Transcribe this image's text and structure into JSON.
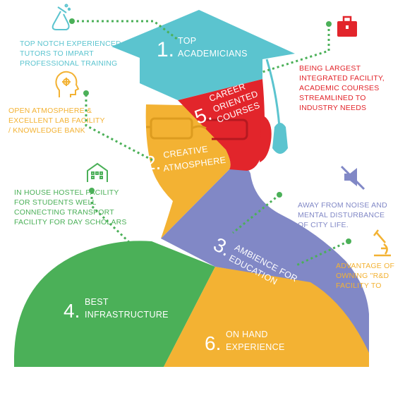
{
  "segments": {
    "s1": {
      "num": "1.",
      "l1": "TOP",
      "l2": "ACADEMICIANS"
    },
    "s2": {
      "num": "2.",
      "l1": "CREATIVE",
      "l2": "ATMOSPHERE"
    },
    "s3": {
      "num": "3.",
      "l1": "AMBIENCE FOR",
      "l2": "EDUCATION"
    },
    "s4": {
      "num": "4.",
      "l1": "BEST",
      "l2": "INFRASTRUCTURE"
    },
    "s5": {
      "num": "5.",
      "l1": "CAREER",
      "l2": "ORIENTED",
      "l3": "COURSES"
    },
    "s6": {
      "num": "6.",
      "l1": "ON HAND",
      "l2": "EXPERIENCE"
    }
  },
  "notes": {
    "academicians": "TOP NOTCH EXPERIENCED TUTORS TO IMPART PROFESSIONAL TRAINING",
    "atmosphere": "OPEN ATMOSPHERE & EXCELLENT LAB FACILITY / KNOWLEDGE BANK",
    "hostel": "IN HOUSE HOSTEL FACILITY FOR STUDENTS WELL CONNECTING TRANSPORT FACILITY FOR DAY SCHOLARS",
    "facility": "BEING LARGEST INTEGRATED FACILITY, ACADEMIC COURSES STREAMLINED TO INDUSTRY NEEDS",
    "noise": "AWAY FROM NOISE AND MENTAL DISTURBANCE OF CITY LIFE.",
    "rnd": "ADVANTAGE OF OWNING \"R&D FACILITY TO"
  },
  "icons": {
    "academicians": "flask-icon",
    "atmosphere": "brain-head-icon",
    "hostel": "building-icon",
    "facility": "briefcase-icon",
    "noise": "mute-speaker-icon",
    "rnd": "microscope-icon"
  },
  "colors": {
    "teal": "#5bc4cf",
    "orange": "#f3b233",
    "red": "#e2252b",
    "purple": "#8188c6",
    "green": "#4bb058",
    "connector": "#4bb058"
  }
}
